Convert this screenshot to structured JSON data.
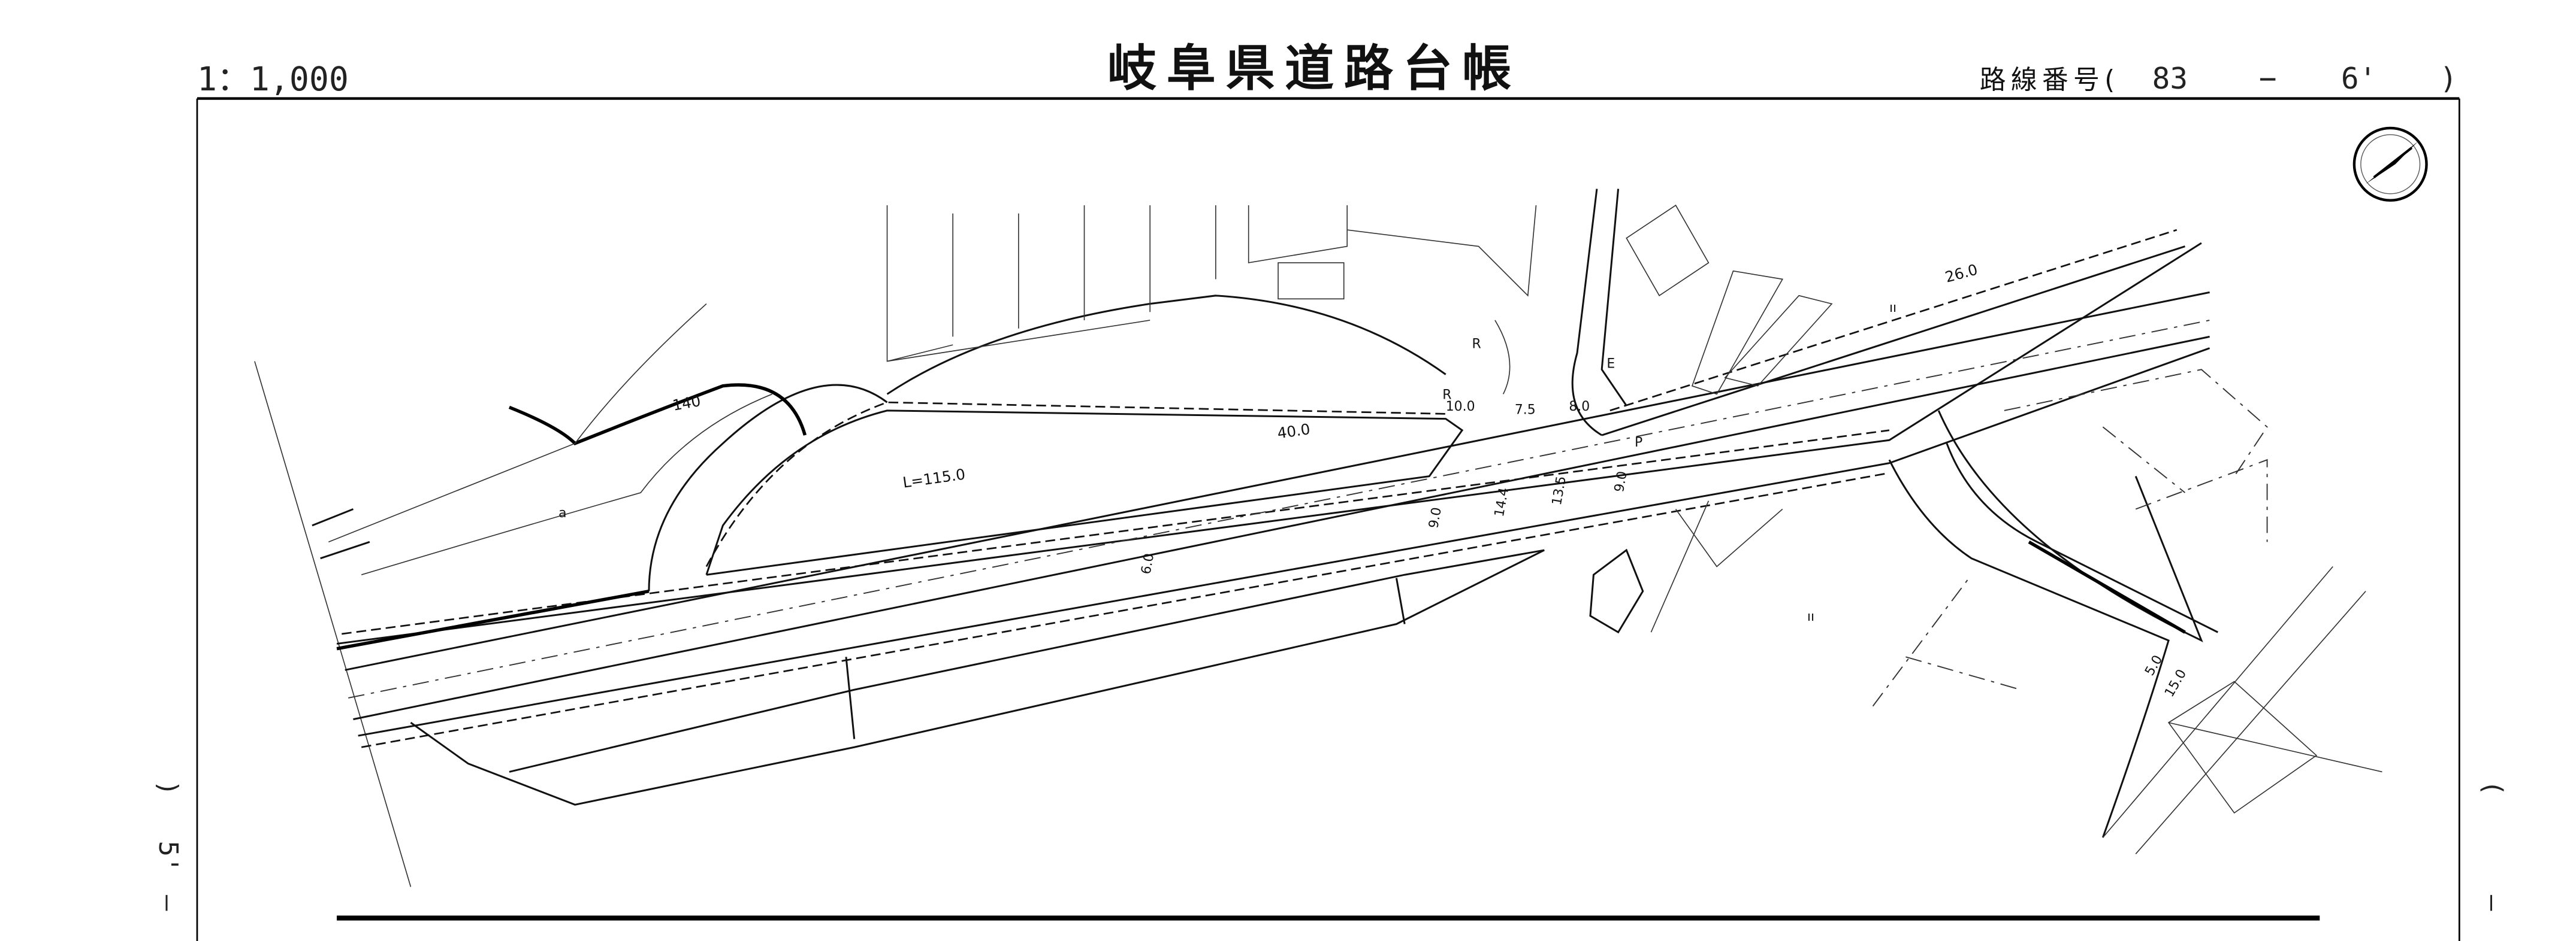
{
  "header": {
    "scale": "1：1,000",
    "title": "岐阜県道路台帳",
    "route_label": "路線番号(",
    "route_number": "83",
    "route_dash": "−",
    "sheet_number": "6'",
    "route_close": ")"
  },
  "margin": {
    "left_sheet": "5'",
    "left_paren": ")",
    "left_dash": "—",
    "right_paren": "(",
    "right_dash": "—"
  },
  "map_labels": {
    "contour": "140",
    "curve_length": "L=115.0",
    "width_40": "40.0",
    "width_10": "10.0",
    "width_7_5": "7.5",
    "width_8": "8.0",
    "width_26": "26.0",
    "width_9_a": "9.0",
    "width_14_4": "14.4",
    "width_13_5": "13.5",
    "width_9_b": "9.0",
    "width_6": "6.0",
    "width_5": "5.0",
    "width_15": "15.0",
    "mark_r1": "R",
    "mark_r2": "R",
    "mark_e": "E",
    "mark_p": "P",
    "mark_a": "a",
    "mark_ii": "ıı",
    "mark_mt": "ıı"
  }
}
